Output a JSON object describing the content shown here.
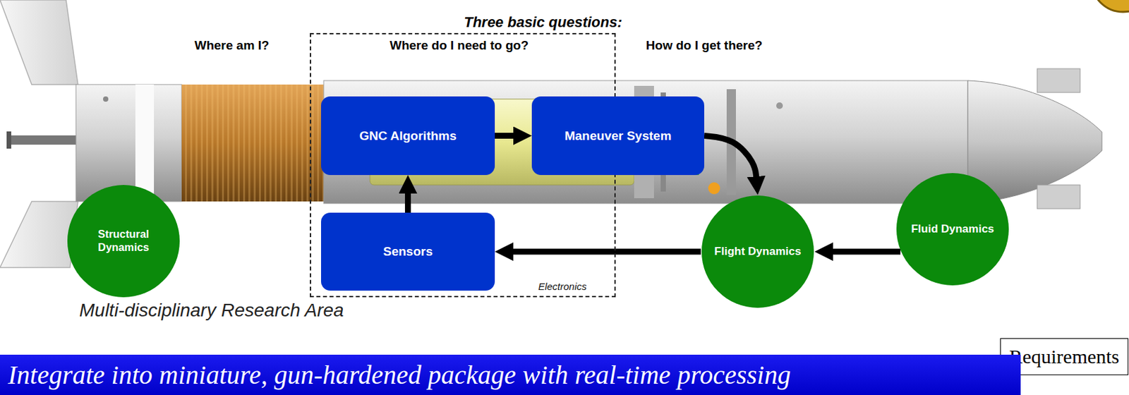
{
  "diagram": {
    "title": "Three basic questions:",
    "nodes": [
      {
        "text": [
          "Electronics"
        ]
      },
      {
        "text": [
          "GNC Algorithms"
        ],
        "in": 0
      },
      {
        "text": [
          "Maneuver System"
        ],
        "in": 0
      },
      {
        "text": [
          "Sensors"
        ],
        "in": 0
      },
      {
        "text": [
          "Structural Dynamics"
        ]
      },
      {
        "text": [
          "Flight Dynamics"
        ]
      },
      {
        "text": [
          "Fluid Dynamics"
        ]
      },
      {
        "text": [
          "Requirements"
        ]
      },
      {
        "text": [
          "Integrate into miniature, gun-hardened package with real-time processing"
        ]
      }
    ],
    "edges": [
      {
        "from": 1,
        "to": 2,
        "arrow": "to"
      },
      {
        "from": 2,
        "to": 5,
        "arrow": "to"
      },
      {
        "from": 6,
        "to": 5,
        "arrow": "to"
      },
      {
        "from": 5,
        "to": 3,
        "arrow": "to"
      },
      {
        "from": 3,
        "to": 1,
        "arrow": "to"
      }
    ],
    "labels": [
      "Where am I?",
      "Where do I need to go?",
      "How do I get there?",
      "Multi-disciplinary Research Area"
    ]
  }
}
